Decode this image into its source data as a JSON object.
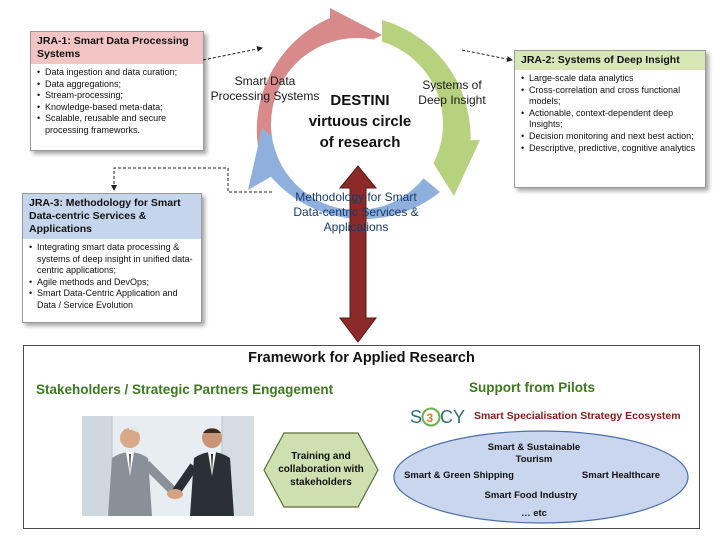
{
  "jra1": {
    "title": "JRA-1: Smart Data Processing Systems",
    "items": [
      "Data ingestion and data curation;",
      "Data aggregations;",
      "Stream-processing;",
      "Knowledge-based meta-data;",
      "Scalable, reusable and secure processing frameworks."
    ],
    "header_color": "#f2c4c4"
  },
  "jra2": {
    "title": "JRA-2: Systems of Deep Insight",
    "items": [
      "Large-scale data analytics",
      "Cross-correlation and cross functional models;",
      "Actionable, context-dependent deep Insights;",
      "Decision monitoring and next best action;",
      "Descriptive, predictive, cognitive analytics"
    ],
    "header_color": "#d7e7b5"
  },
  "jra3": {
    "title": "JRA-3: Methodology for Smart Data-centric Services & Applications",
    "items": [
      "Integrating smart data processing & systems of deep insight in unified data-centric applications;",
      "Agile methods and DevOps;",
      "Smart Data-Centric Application and Data / Service Evolution"
    ],
    "header_color": "#c5d5ec"
  },
  "cycle": {
    "segment_red_label": "Smart Data Processing Systems",
    "segment_green_label": "Systems of Deep Insight",
    "segment_blue_label": "Methodology for Smart Data-centric Services & Applications",
    "center_line1": "DESTINI",
    "center_line2": "virtuous circle",
    "center_line3": "of research",
    "colors": {
      "red": "#d88a8a",
      "green": "#b7d27e",
      "blue": "#8fb0dc",
      "arrow": "#8c2a2a"
    }
  },
  "framework": {
    "title": "Framework for Applied Research",
    "left_heading": "Stakeholders / Strategic Partners Engagement",
    "right_heading": "Support from Pilots",
    "hexagon_text": "Training and collaboration with stakeholders",
    "s3cy_logo": "S3CY",
    "ecosystem_label": "Smart Specialisation Strategy Ecosystem",
    "ellipse_items": {
      "tourism": "Smart & Sustainable Tourism",
      "shipping": "Smart & Green Shipping",
      "healthcare": "Smart Healthcare",
      "food": "Smart Food Industry",
      "etc": "… etc"
    },
    "colors": {
      "green_text": "#3d7a1f",
      "dark_red_text": "#8b1a1a",
      "ellipse_fill": "#c9d6ee",
      "hexagon_fill": "#cfe0b0"
    }
  }
}
